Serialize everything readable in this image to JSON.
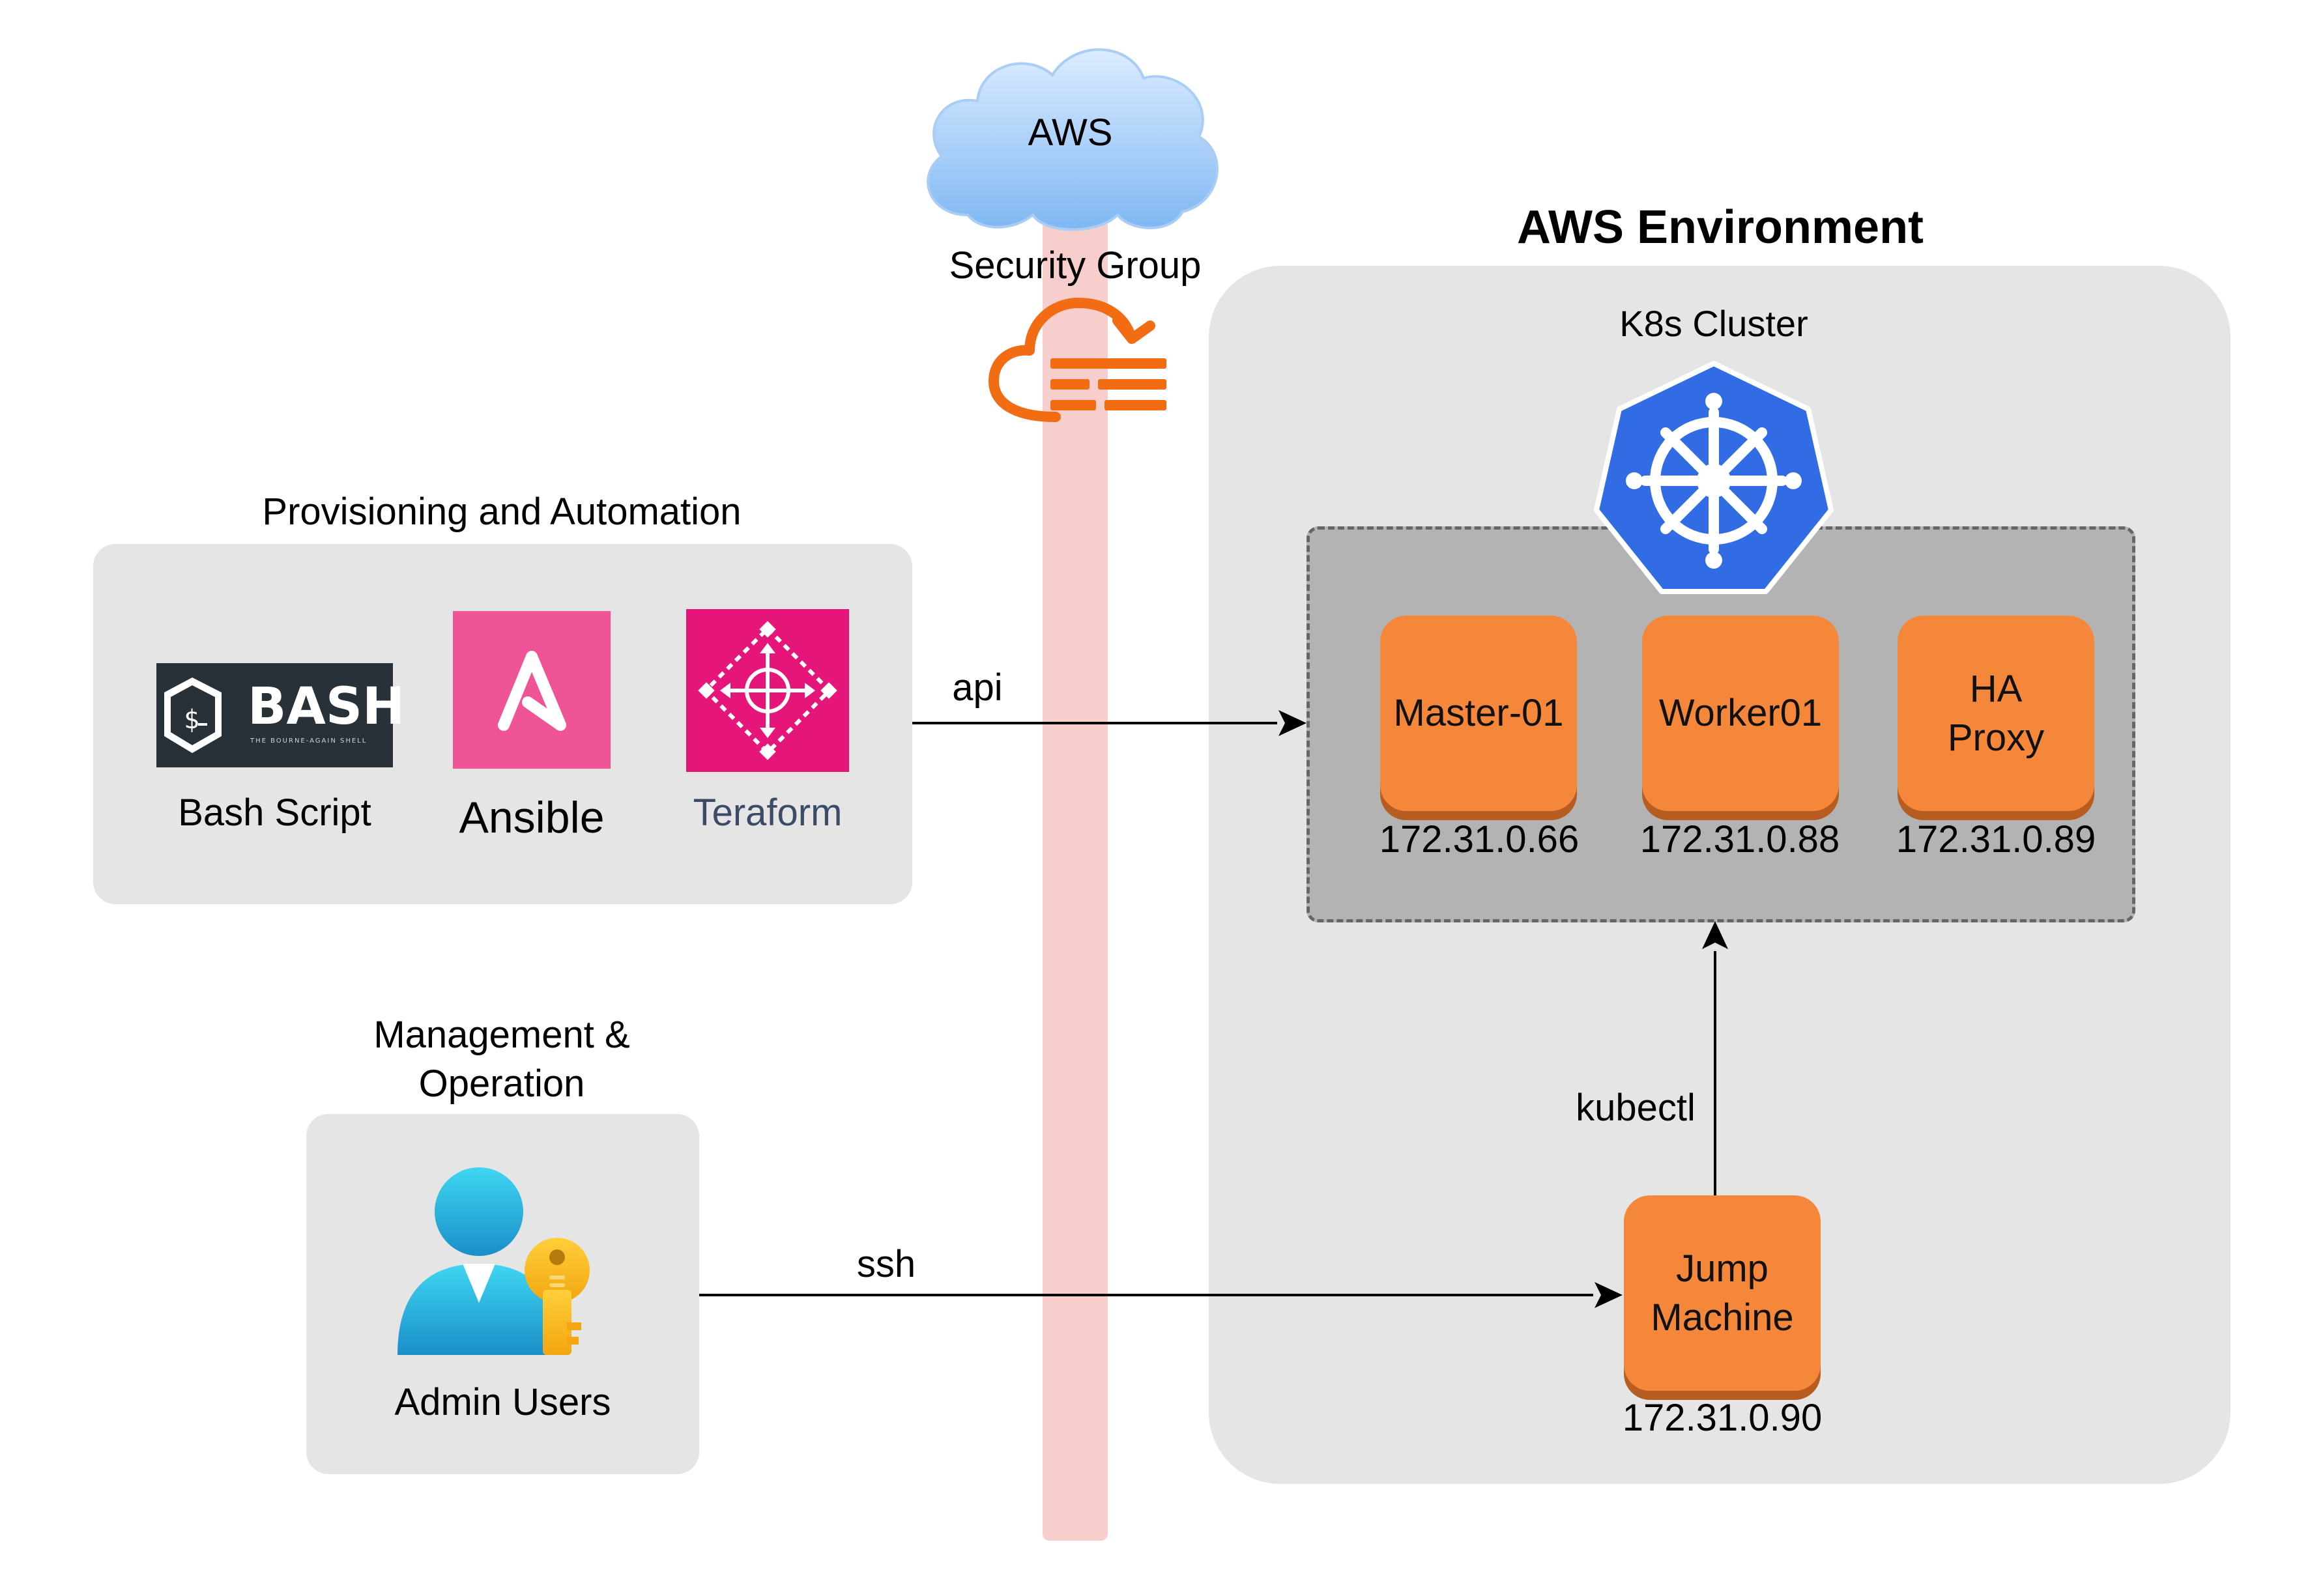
{
  "cloud": {
    "label": "AWS"
  },
  "security_group": {
    "label": "Security Group"
  },
  "aws_environment": {
    "title": "AWS Environment",
    "cluster_label": "K8s Cluster"
  },
  "provisioning": {
    "title": "Provisioning and Automation",
    "tools": [
      {
        "name": "Bash Script",
        "logo_text": "BASH",
        "logo_subtext": "THE BOURNE-AGAIN SHELL",
        "icon": "bash-logo-icon"
      },
      {
        "name": "Ansible",
        "icon": "ansible-logo-icon"
      },
      {
        "name": "Teraform",
        "icon": "terraform-logo-icon"
      }
    ]
  },
  "management": {
    "title": "Management & Operation",
    "title_line1": "Management &",
    "title_line2": "Operation",
    "users_label": "Admin Users",
    "icon": "admin-user-key-icon"
  },
  "nodes": [
    {
      "label": "Master-01",
      "ip": "172.31.0.66"
    },
    {
      "label": "Worker01",
      "ip": "172.31.0.88"
    },
    {
      "label_line1": "HA",
      "label_line2": "Proxy",
      "ip": "172.31.0.89"
    },
    {
      "label_line1": "Jump",
      "label_line2": "Machine",
      "ip": "172.31.0.90"
    }
  ],
  "edges": {
    "api": "api",
    "ssh": "ssh",
    "kubectl": "kubectl"
  },
  "colors": {
    "node_fill": "#f5873b",
    "node_shadow": "#b75d22",
    "panel": "#e5e5e5",
    "cluster": "#b3b3b3",
    "security_strip": "#f8cecc",
    "k8s_blue": "#326ce5",
    "firewall_orange": "#f26c13"
  }
}
